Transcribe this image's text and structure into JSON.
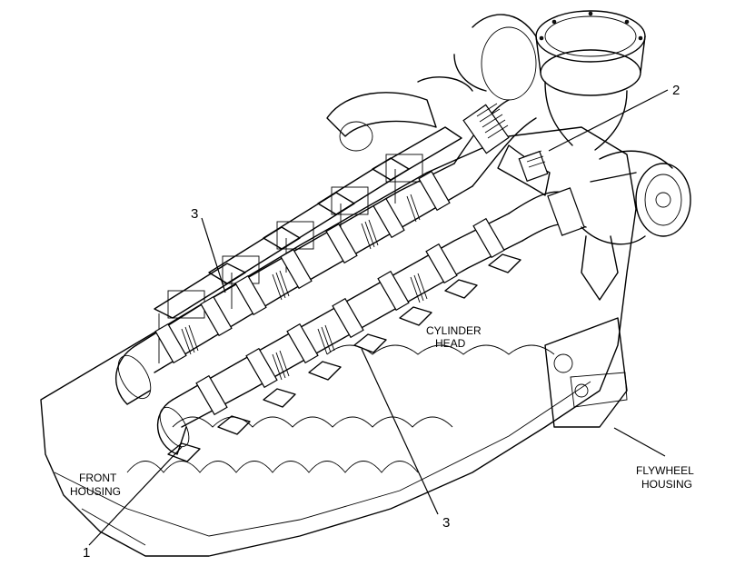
{
  "labels": {
    "callout_1": "1",
    "callout_2": "2",
    "callout_3_upper": "3",
    "callout_3_lower": "3",
    "cylinder_head_line1": "CYLINDER",
    "cylinder_head_line2": "HEAD",
    "front_housing_line1": "FRONT",
    "front_housing_line2": "HOUSING",
    "flywheel_housing_line1": "FLYWHEEL",
    "flywheel_housing_line2": "HOUSING"
  }
}
